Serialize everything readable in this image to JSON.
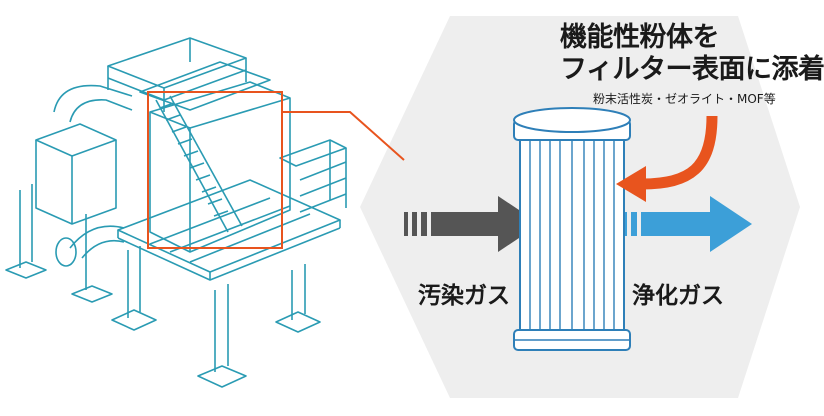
{
  "headline": {
    "line1": "機能性粉体を",
    "line2": "フィルター表面に添着"
  },
  "subcaption": "粉末活性炭・ゼオライト・MOF等",
  "labels": {
    "inlet_gas": "汚染ガス",
    "outlet_gas": "浄化ガス"
  },
  "colors": {
    "structure_line": "#2a9bb3",
    "highlight_box": "#e8541e",
    "hexagon_bg": "#eeeeee",
    "inlet_arrow": "#555555",
    "outlet_arrow": "#3c9fd8",
    "powder_arrow": "#e8541e",
    "filter_line": "#2e7fb8",
    "text": "#1a1a1a"
  },
  "icons": {
    "structure": "baghouse-dust-collector-illustration",
    "filter": "cylindrical-bag-filter-icon"
  }
}
